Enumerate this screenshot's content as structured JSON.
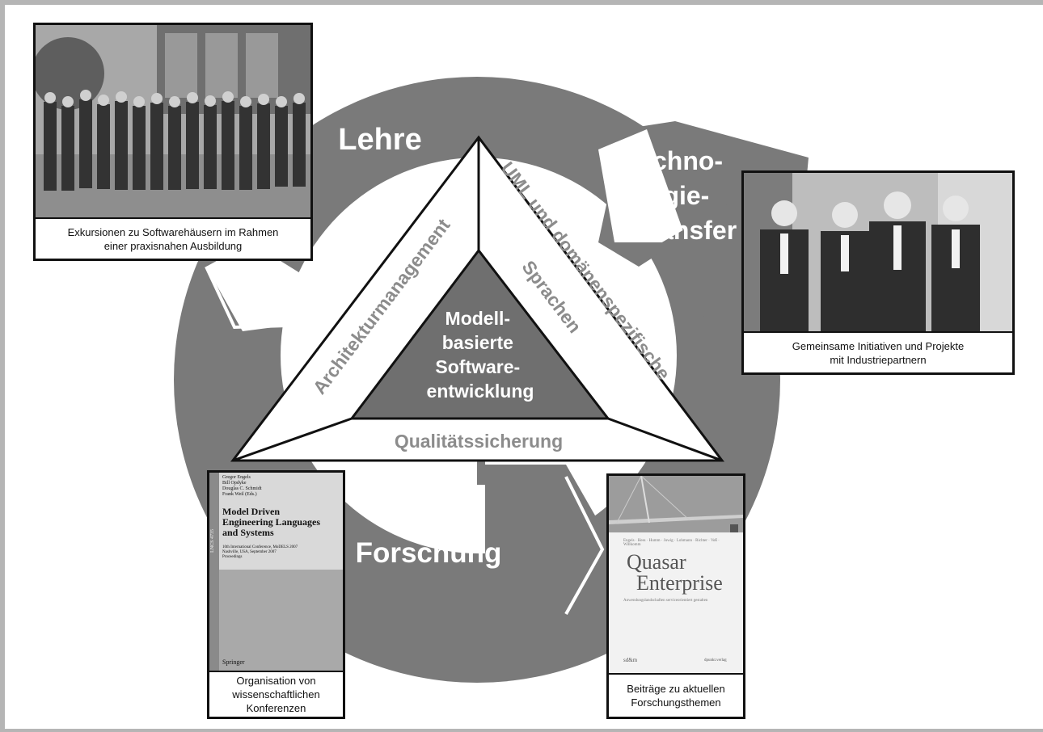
{
  "diagram": {
    "labels": {
      "lehre": "Lehre",
      "technologietransfer": [
        "Techno-",
        "logie-",
        "transfer"
      ],
      "forschung": "Forschung"
    },
    "triangle": {
      "center": [
        "Modell-",
        "basierte",
        "Software-",
        "entwicklung"
      ],
      "left_side": "Architekturmanagement",
      "right_side": [
        "UML und domänenspezifische",
        "Sprachen"
      ],
      "bottom_side": "Qualitätssicherung"
    },
    "panels": {
      "lehre": {
        "caption": "Exkursionen zu Softwarehäusern im Rahmen\neiner praxisnahen Ausbildung"
      },
      "transfer": {
        "caption": "Gemeinsame Initiativen und Projekte\nmit Industriepartnern"
      },
      "konferenzen": {
        "caption": "Organisation von\nwissenschaftlichen\nKonferenzen",
        "book": {
          "editors": [
            "Gregor Engels",
            "Bill Opdyke",
            "Douglas C. Schmidt",
            "Frank Weil (Eds.)"
          ],
          "title": [
            "Model Driven",
            "Engineering Languages",
            "and Systems"
          ],
          "subtitle": [
            "10th International Conference, MoDELS 2007",
            "Nashville, USA, September 2007",
            "Proceedings"
          ],
          "series": "LNCS 4735",
          "publisher": "Springer"
        }
      },
      "forschung": {
        "caption": "Beiträge zu aktuellen\nForschungsthemen",
        "book": {
          "authors": "Engels · Hess · Humm · Juwig · Lohmann · Richter · Voß · Willkomm",
          "title": [
            "Quasar",
            "Enterprise"
          ],
          "subtitle": "Anwendungslandschaften serviceorientiert gestalten",
          "imprint": "sd&m",
          "publisher": "dpunkt.verlag"
        }
      }
    },
    "colors": {
      "arrow": "#7a7a7a",
      "triangle_center": "#6f6f6f",
      "triangle_band": "#ffffff",
      "side_text": "#8c8c8c",
      "border": "#111111"
    }
  }
}
